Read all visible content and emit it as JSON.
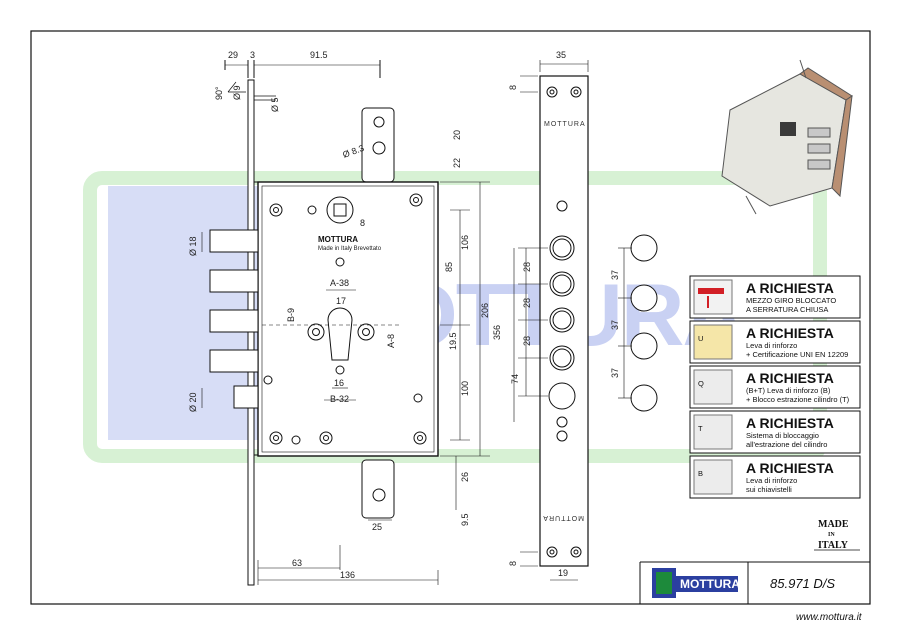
{
  "dimensions": {
    "top_29": "29",
    "top_3": "3",
    "top_915": "91.5",
    "top_35": "35",
    "angle_90": "90°",
    "dia_9": "Ø 9",
    "dia_5": "Ø 5",
    "dim_20_top": "20",
    "dim_22": "22",
    "dia_83": "Ø 8.3",
    "sq_8": "8",
    "dia_18": "Ø 18",
    "dim_106": "106",
    "dim_85": "85",
    "dim_206": "206",
    "dim_356": "356",
    "dim_195": "19.5",
    "dim_100": "100",
    "dim_26": "26",
    "dim_95": "9.5",
    "dim_25": "25",
    "dim_a38": "A-38",
    "dim_17": "17",
    "dim_b9": "B-9",
    "dim_a8": "A-8",
    "dim_16": "16",
    "dim_b32": "B-32",
    "dia_20": "Ø 20",
    "dim_63": "63",
    "dim_136": "136",
    "dim_8_top": "8",
    "dim_8_bot": "8",
    "dim_19": "19",
    "dim_28a": "28",
    "dim_28b": "28",
    "dim_28c": "28",
    "dim_74": "74",
    "dim_37a": "37",
    "dim_37b": "37",
    "dim_37c": "37"
  },
  "lock_brand": "MOTTURA",
  "lock_made": "Made in Italy Brevettato",
  "plate_label_top": "MOTTURA",
  "plate_label_bottom": "MOTTURA",
  "watermark_text": "MOTTURA",
  "options": [
    {
      "title": "A RICHIESTA",
      "lines": [
        "MEZZO GIRO BLOCCATO",
        "A SERRATURA CHIUSA"
      ],
      "tag": ""
    },
    {
      "title": "A RICHIESTA",
      "lines": [
        "Leva di rinforzo",
        "+ Certificazione UNI EN 12209"
      ],
      "tag": "U"
    },
    {
      "title": "A RICHIESTA",
      "lines": [
        "(B+T)         Leva di rinforzo (B)",
        "+ Blocco estrazione cilindro (T)"
      ],
      "tag": "Q"
    },
    {
      "title": "A RICHIESTA",
      "lines": [
        "Sistema di bloccaggio",
        "all'estrazione del cilindro"
      ],
      "tag": "T"
    },
    {
      "title": "A RICHIESTA",
      "lines": [
        "Leva di rinforzo",
        "sui chiavistelli"
      ],
      "tag": "B"
    }
  ],
  "made_in_italy": {
    "l1": "MADE",
    "l2": "IN",
    "l3": "ITALY"
  },
  "logo_text": "MOTTURA",
  "product_code": "85.971 D/S",
  "website": "www.mottura.it",
  "colors": {
    "watermark_green": "#d7f1d4",
    "watermark_blue": "#c9d1f3",
    "logo_blue": "#2b3fa0",
    "logo_green": "#1d8a3b"
  }
}
